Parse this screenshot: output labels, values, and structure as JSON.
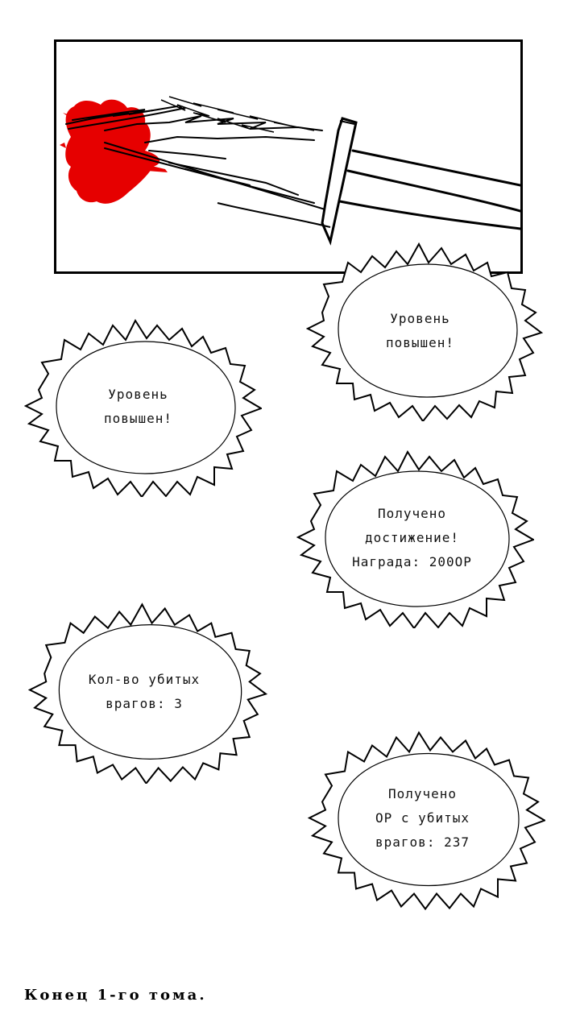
{
  "bubbles": [
    {
      "lines": [
        "Уровень",
        "повышен!"
      ]
    },
    {
      "lines": [
        "Уровень",
        "повышен!"
      ]
    },
    {
      "lines": [
        "Получено",
        "достижение!",
        "Награда: 200ОР"
      ]
    },
    {
      "lines": [
        "Кол-во убитых",
        "врагов: 3"
      ]
    },
    {
      "lines": [
        "Получено",
        "ОР с убитых",
        "врагов: 237"
      ]
    }
  ],
  "footer": {
    "text": "Конец 1-го тома."
  },
  "colors": {
    "blood": "#e60000",
    "ink": "#000000",
    "paper": "#ffffff"
  }
}
